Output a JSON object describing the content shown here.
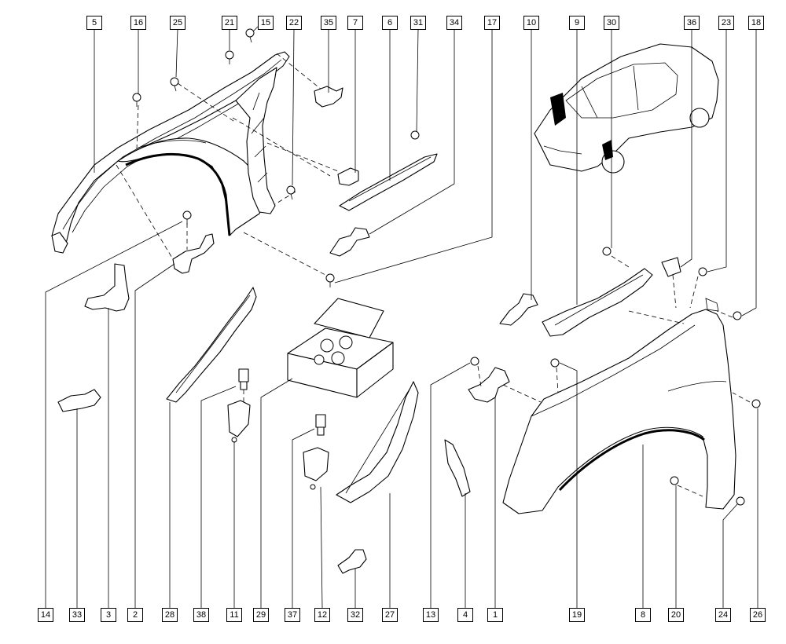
{
  "diagram": {
    "callouts": [
      {
        "id": "c5",
        "text": "5"
      },
      {
        "id": "c16",
        "text": "16"
      },
      {
        "id": "c25",
        "text": "25"
      },
      {
        "id": "c21",
        "text": "21"
      },
      {
        "id": "c15",
        "text": "15"
      },
      {
        "id": "c22",
        "text": "22"
      },
      {
        "id": "c35",
        "text": "35"
      },
      {
        "id": "c7",
        "text": "7"
      },
      {
        "id": "c6",
        "text": "6"
      },
      {
        "id": "c31",
        "text": "31"
      },
      {
        "id": "c34",
        "text": "34"
      },
      {
        "id": "c17",
        "text": "17"
      },
      {
        "id": "c10",
        "text": "10"
      },
      {
        "id": "c9",
        "text": "9"
      },
      {
        "id": "c30",
        "text": "30"
      },
      {
        "id": "c36",
        "text": "36"
      },
      {
        "id": "c23",
        "text": "23"
      },
      {
        "id": "c18",
        "text": "18"
      },
      {
        "id": "c14",
        "text": "14"
      },
      {
        "id": "c33",
        "text": "33"
      },
      {
        "id": "c3",
        "text": "3"
      },
      {
        "id": "c2",
        "text": "2"
      },
      {
        "id": "c28",
        "text": "28"
      },
      {
        "id": "c38",
        "text": "38"
      },
      {
        "id": "c11",
        "text": "11"
      },
      {
        "id": "c29",
        "text": "29"
      },
      {
        "id": "c37",
        "text": "37"
      },
      {
        "id": "c12",
        "text": "12"
      },
      {
        "id": "c32",
        "text": "32"
      },
      {
        "id": "c27",
        "text": "27"
      },
      {
        "id": "c13",
        "text": "13"
      },
      {
        "id": "c4",
        "text": "4"
      },
      {
        "id": "c1",
        "text": "1"
      },
      {
        "id": "c19",
        "text": "19"
      },
      {
        "id": "c8",
        "text": "8"
      },
      {
        "id": "c20",
        "text": "20"
      },
      {
        "id": "c24",
        "text": "24"
      },
      {
        "id": "c26",
        "text": "26"
      }
    ],
    "colors": {
      "line": "#000000",
      "background": "#ffffff",
      "part_fill": "#ffffff"
    }
  }
}
